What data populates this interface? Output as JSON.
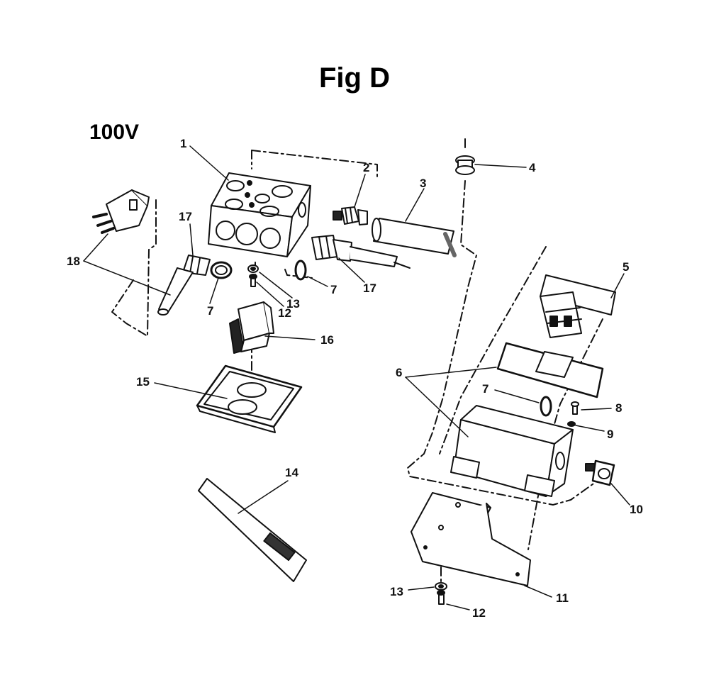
{
  "title": "Fig D",
  "voltage": "100V",
  "callouts": {
    "c1": "1",
    "c2": "2",
    "c3": "3",
    "c4": "4",
    "c5": "5",
    "c6": "6",
    "c7a": "7",
    "c7b": "7",
    "c7c": "7",
    "c8": "8",
    "c9": "9",
    "c10": "10",
    "c11": "11",
    "c12a": "12",
    "c12b": "12",
    "c13a": "13",
    "c13b": "13",
    "c14": "14",
    "c15": "15",
    "c16": "16",
    "c17a": "17",
    "c17b": "17",
    "c18": "18"
  },
  "parts": [
    {
      "id": "junction-box",
      "callout": "1"
    },
    {
      "id": "strain-relief-connector",
      "callout": "2"
    },
    {
      "id": "cord-sleeve",
      "callout": "3"
    },
    {
      "id": "grommet",
      "callout": "4"
    },
    {
      "id": "switch",
      "callout": "5"
    },
    {
      "id": "switch-box",
      "callout": "6"
    },
    {
      "id": "lock-nut",
      "callout": "7"
    },
    {
      "id": "screw",
      "callout": "8"
    },
    {
      "id": "lock-washer",
      "callout": "9"
    },
    {
      "id": "cord-connector",
      "callout": "10"
    },
    {
      "id": "mounting-bracket",
      "callout": "11"
    },
    {
      "id": "screw-b",
      "callout": "12"
    },
    {
      "id": "washer",
      "callout": "13"
    },
    {
      "id": "label",
      "callout": "14"
    },
    {
      "id": "outlet-cover-plate",
      "callout": "15"
    },
    {
      "id": "receptacle",
      "callout": "16"
    },
    {
      "id": "cord-connector-b",
      "callout": "17"
    },
    {
      "id": "power-cord-plug",
      "callout": "18"
    }
  ]
}
